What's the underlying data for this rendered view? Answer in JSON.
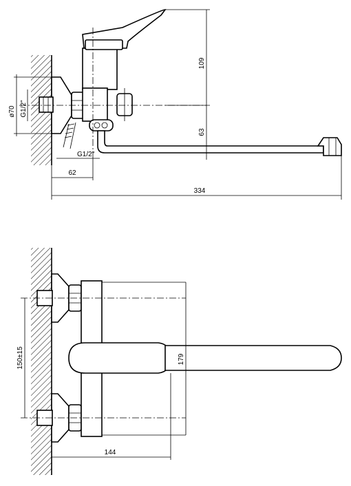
{
  "side_view": {
    "dim_height_upper": "109",
    "dim_height_lower": "63",
    "dim_diameter": "ø70",
    "thread_label_top": "G1/2\"",
    "thread_label_bottom": "G1/2\"",
    "dim_wall_offset": "62",
    "dim_total_length": "334"
  },
  "top_view": {
    "dim_center_distance": "150±15",
    "dim_body_height": "179",
    "dim_depth": "144"
  },
  "colors": {
    "line": "#000000",
    "background": "#ffffff"
  }
}
